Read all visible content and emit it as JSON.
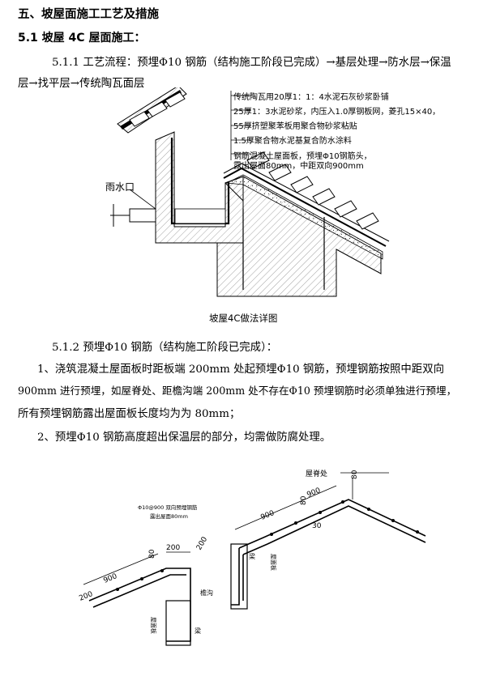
{
  "headings": {
    "section": "五、坡屋面施工工艺及措施",
    "subsection": "5.1 坡屋 4C 屋面施工："
  },
  "flow": {
    "line1": "5.1.1 工艺流程：预埋Φ10 钢筋（结构施工阶段已完成）→基层处理→防水层→保温",
    "line2": "层→找平层→传统陶瓦面层"
  },
  "figure1": {
    "layers": [
      "传统陶瓦用20厚1：1：4水泥石灰砂浆卧铺",
      "25厚1：3水泥砂浆，内压入1.0厚钢板网，菱孔15×40，",
      "55厚挤塑聚苯板用聚合物砂浆粘贴",
      "1.5厚聚合物水泥基复合防水涂料",
      "钢筋混凝土屋面板，预埋Φ10钢筋头，",
      "露出屋面80mm，中距双向900mm"
    ],
    "gutter_label": "雨水口",
    "caption": "坡屋4C做法详图"
  },
  "rebar_section": {
    "title": "5.1.2 预埋Φ10 钢筋（结构施工阶段已完成）：",
    "item1_lines": [
      "1、浇筑混凝土屋面板时距板端 200mm 处起预埋Φ10 钢筋，预埋钢筋按照中距双向",
      "900mm 进行预埋，如屋脊处、距檐沟端 200mm 处不存在Φ10 预埋钢筋时必须单独进行预埋，",
      "所有预埋钢筋露出屋面板长度均为为 80mm；"
    ],
    "item2": "2、预埋Φ10 钢筋高度超出保温层的部分，均需做防腐处理。"
  },
  "figure2": {
    "ridge_label": "屋脊处",
    "note_line1": "Φ10@900 双向预埋钢筋",
    "note_line2": "露出屋面80mm",
    "beam_label": "梁",
    "gutter_label": "檐沟",
    "slab_label": "屋面板",
    "dims": {
      "d200": "200",
      "d900": "900",
      "d80": "80",
      "d30": "30"
    }
  }
}
